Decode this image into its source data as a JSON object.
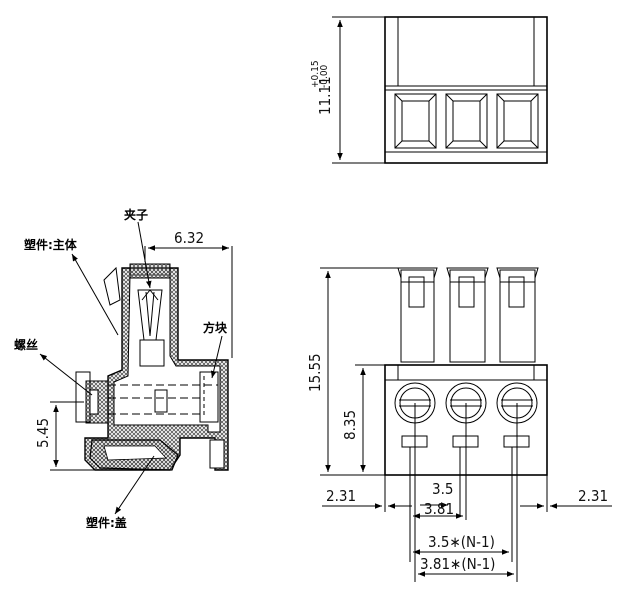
{
  "title": "",
  "dimensions": {
    "height_top": "11.11",
    "height_top_tol_plus": "+0.15",
    "height_top_tol_minus": "-0.00",
    "width_side": "6.32",
    "height_side": "5.45",
    "height_total": "15.55",
    "height_body": "8.35",
    "pitch_a": "3.5",
    "pitch_b": "3.81",
    "edge_left": "2.31",
    "edge_right": "2.31",
    "span_a": "3.5∗(N-1)",
    "span_b": "3.81∗(N-1)"
  },
  "labels": {
    "clamp": "夹子",
    "main_body": "塑件:主体",
    "square_block": "方块",
    "screw": "螺丝",
    "cover": "塑件:盖"
  },
  "colors": {
    "line": "#000000",
    "hatch": "#555555"
  }
}
